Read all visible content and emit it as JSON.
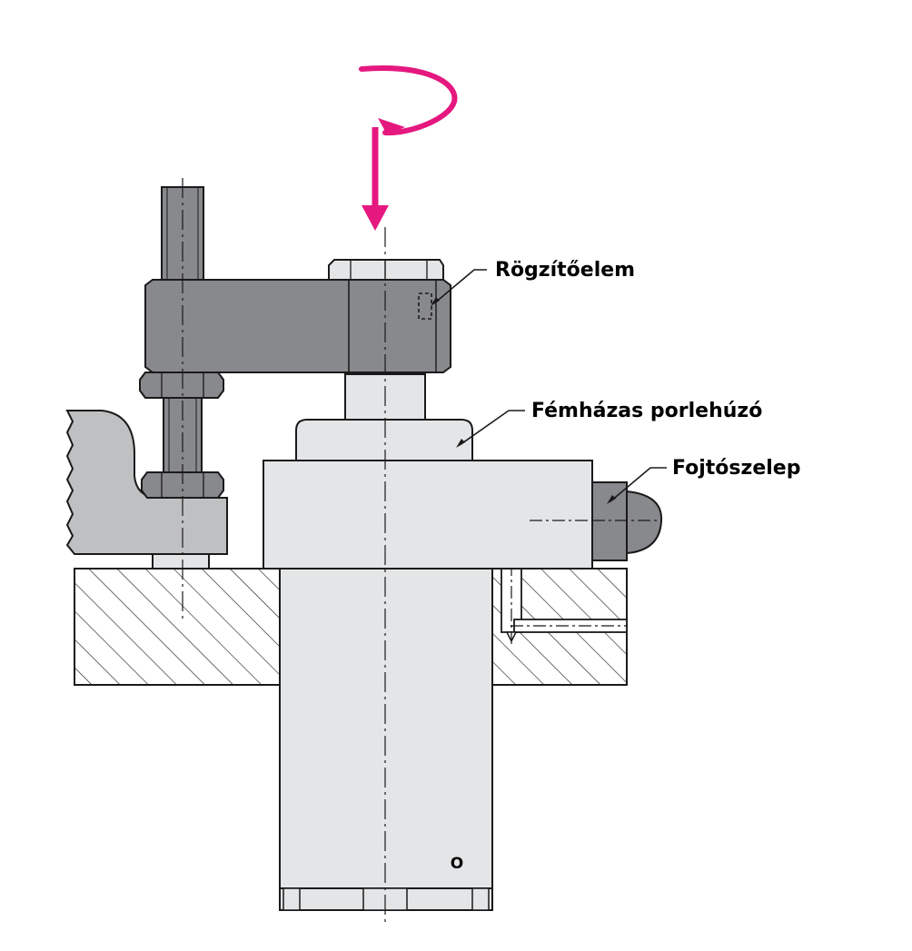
{
  "labels": {
    "clamping_element": "Rögzítőelem",
    "metal_housing": "Fémházas porlehúzó",
    "throttle_valve": "Fojtószelep",
    "body_mark": "O"
  },
  "colors": {
    "rotation_arrow": "#e5187f",
    "outline": "#1a1a1a",
    "light_part": "#e4e5e7",
    "dark_part": "#88898c",
    "mid_part": "#bfc0c2",
    "hatch": "#222222"
  },
  "icons": {
    "rotation": "clockwise-rotation-arrow-icon",
    "down": "down-arrow-icon"
  }
}
